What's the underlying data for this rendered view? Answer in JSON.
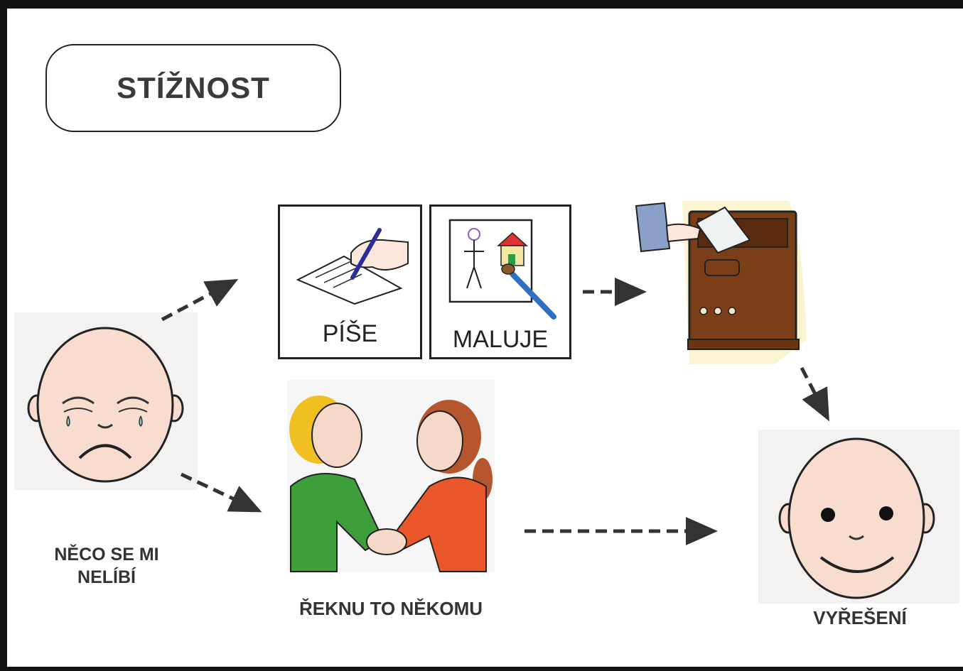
{
  "title": "STÍŽNOST",
  "nodes": {
    "sad_label": "NĚCO SE MI NELÍBÍ",
    "write_label": "PÍŠE",
    "draw_label": "MALUJE",
    "tell_label": "ŘEKNU TO NĚKOMU",
    "solved_label": "VYŘEŠENÍ"
  }
}
